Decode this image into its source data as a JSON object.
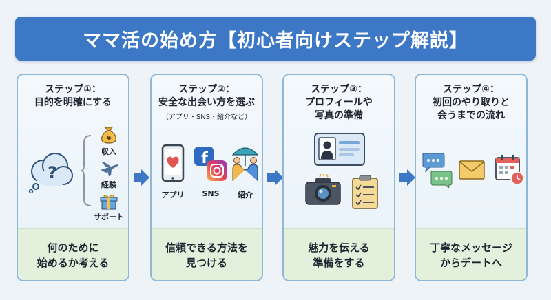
{
  "title": "ママ活の始め方【初心者向けステップ解説】",
  "steps": [
    {
      "title": "ステップ①：\n目的を明確にする",
      "labels": [
        "収入",
        "経験",
        "サポート"
      ],
      "summary": "何のために\n始めるか考える"
    },
    {
      "title": "ステップ②：\n安全な出会い方を選ぶ",
      "subtitle": "（アプリ・SNS・紹介など）",
      "labels": [
        "アプリ",
        "SNS",
        "紹介"
      ],
      "summary": "信頼できる方法を\n見つける"
    },
    {
      "title": "ステップ③：\nプロフィールや\n写真の準備",
      "summary": "魅力を伝える\n準備をする"
    },
    {
      "title": "ステップ④：\n初回のやり取りと\n会うまでの流れ",
      "summary": "丁寧なメッセージ\nからデートへ"
    }
  ],
  "colors": {
    "title_bg": "#3c78c6",
    "card_border": "#8fb8d8",
    "summary_bg": "#e3f1dc",
    "arrow": "#3c78c6"
  },
  "icons": [
    "question-cloud-icon",
    "money-bag-icon",
    "airplane-icon",
    "gift-icon",
    "smartphone-heart-icon",
    "facebook-icon",
    "instagram-icon",
    "handshake-umbrella-icon",
    "id-card-icon",
    "camera-icon",
    "checklist-icon",
    "chat-bubbles-icon",
    "envelope-icon",
    "calendar-icon"
  ]
}
